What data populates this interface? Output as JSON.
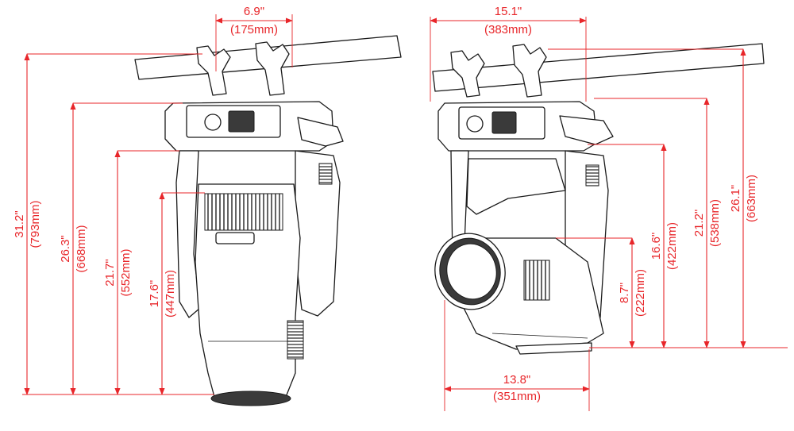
{
  "colors": {
    "dimension": "#e8262a",
    "outline": "#1a1a1a",
    "background": "#ffffff"
  },
  "side_view": {
    "top_width": {
      "imperial": "6.9\"",
      "metric": "(175mm)"
    },
    "height_total": {
      "imperial": "31.2\"",
      "metric": "(793mm)"
    },
    "height_body": {
      "imperial": "26.3\"",
      "metric": "(668mm)"
    },
    "height_yoke": {
      "imperial": "21.7\"",
      "metric": "(552mm)"
    },
    "height_head": {
      "imperial": "17.6\"",
      "metric": "(447mm)"
    }
  },
  "front_view": {
    "top_width": {
      "imperial": "15.1\"",
      "metric": "(383mm)"
    },
    "bottom_width": {
      "imperial": "13.8\"",
      "metric": "(351mm)"
    },
    "height_lens": {
      "imperial": "8.7\"",
      "metric": "(222mm)"
    },
    "height_yoke": {
      "imperial": "16.6\"",
      "metric": "(422mm)"
    },
    "height_body": {
      "imperial": "21.2\"",
      "metric": "(538mm)"
    },
    "height_total": {
      "imperial": "26.1\"",
      "metric": "(663mm)"
    }
  }
}
